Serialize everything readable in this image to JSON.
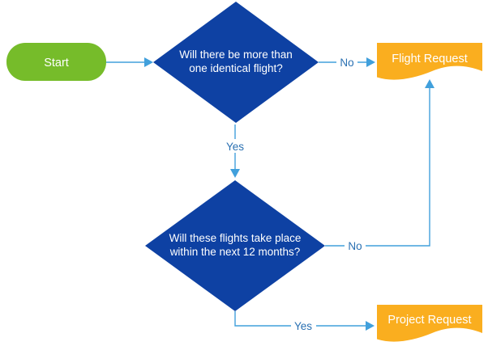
{
  "diagram": {
    "type": "flowchart",
    "background": "#FFFFFF"
  },
  "colors": {
    "start_fill": "#76BC2A",
    "decision_fill": "#0E41A3",
    "document_fill": "#FAAE1F",
    "connector": "#41A0DC",
    "edge_label_text": "#2A70B2",
    "node_text": "#FFFFFF"
  },
  "nodes": {
    "start": {
      "type": "start",
      "label": "Start"
    },
    "decision1": {
      "type": "decision",
      "label_line1": "Will there be more than",
      "label_line2": "one identical flight?"
    },
    "flight_request": {
      "type": "document",
      "label": "Flight Request"
    },
    "decision2": {
      "type": "decision",
      "label_line1": "Will these flights take place",
      "label_line2": "within the next 12 months?"
    },
    "project_request": {
      "type": "document",
      "label": "Project Request"
    }
  },
  "edges": {
    "start_to_decision1": {
      "from": "start",
      "to": "decision1",
      "label": ""
    },
    "decision1_no": {
      "from": "decision1",
      "to": "flight_request",
      "label": "No"
    },
    "decision1_yes": {
      "from": "decision1",
      "to": "decision2",
      "label": "Yes"
    },
    "decision2_no": {
      "from": "decision2",
      "to": "flight_request",
      "label": "No"
    },
    "decision2_yes": {
      "from": "decision2",
      "to": "project_request",
      "label": "Yes"
    }
  }
}
